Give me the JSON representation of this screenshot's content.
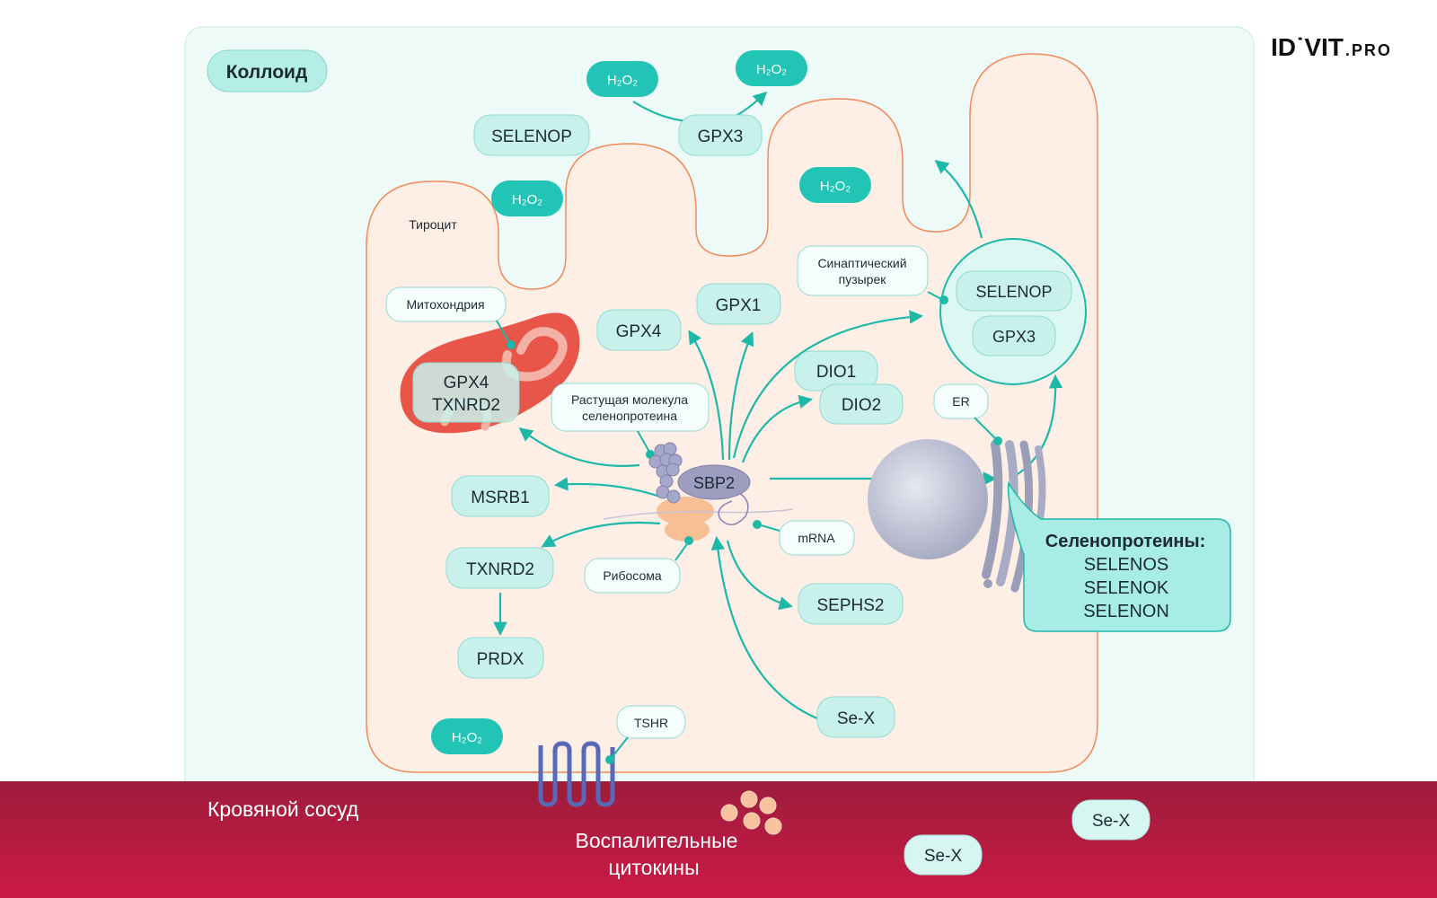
{
  "brand": {
    "logo_main": "ID˙VIT",
    "logo_suffix": ".PRO"
  },
  "regions": {
    "colloid": "Коллоид",
    "thyrocyte": "Тироцит",
    "blood_vessel": "Кровяной сосуд"
  },
  "labels": {
    "h2o2": "H₂O₂",
    "selenop_top": "SELENOP",
    "gpx3_top": "GPX3",
    "synaptic_line1": "Синаптический",
    "synaptic_line2": "пузырек",
    "vesicle_selenop": "SELENOP",
    "vesicle_gpx3": "GPX3",
    "mitochondria": "Митохондрия",
    "mito_gpx4": "GPX4",
    "mito_txnrd2": "TXNRD2",
    "gpx4": "GPX4",
    "gpx1": "GPX1",
    "dio1": "DIO1",
    "dio2": "DIO2",
    "er": "ER",
    "growing_line1": "Растущая молекула",
    "growing_line2": "селенопротеина",
    "sbp2": "SBP2",
    "msrb1": "MSRB1",
    "txnrd2": "TXNRD2",
    "prdx": "PRDX",
    "ribosome": "Рибосома",
    "mrna": "mRNA",
    "sephs2": "SEPHS2",
    "sex_cell": "Se-X",
    "tshr": "TSHR",
    "selenoproteins_title": "Селенопротеины:",
    "selenos": "SELENOS",
    "selenok": "SELENOK",
    "selenon": "SELENON",
    "cytokines_line1": "Воспалительные",
    "cytokines_line2": "цитокины",
    "sex_blood1": "Se-X",
    "sex_blood2": "Se-X"
  },
  "colors": {
    "teal": "#1db8a8",
    "teal_fill": "#c9f1ec",
    "teal_dark_fill": "#22c4b5",
    "cell_stroke": "#f08a5a",
    "cell_fill": "#fdeee6",
    "colloid_fill": "#eefaf8",
    "blood": "#b51a44",
    "mito": "#e8564a"
  }
}
